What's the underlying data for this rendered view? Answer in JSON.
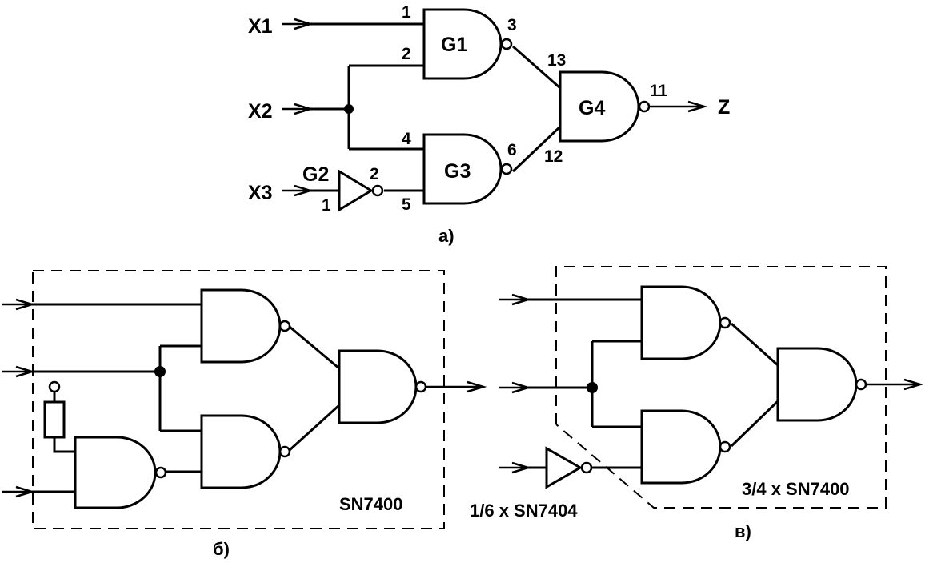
{
  "diagram_a": {
    "inputs": {
      "x1": "X1",
      "x2": "X2",
      "x3": "X3"
    },
    "output": "Z",
    "gates": {
      "g1": "G1",
      "g2": "G2",
      "g3": "G3",
      "g4": "G4"
    },
    "pins": {
      "g1_in1": "1",
      "g1_in2": "2",
      "g1_out": "3",
      "g3_in1": "4",
      "g3_in2": "5",
      "g3_out": "6",
      "g2_in": "1",
      "g2_out": "2",
      "g4_in1": "13",
      "g4_in2": "12",
      "g4_out": "11"
    },
    "caption": "a)"
  },
  "diagram_b": {
    "chip_label": "SN7400",
    "caption": "б)"
  },
  "diagram_c": {
    "chip_label_nand": "3/4 x SN7400",
    "chip_label_inv": "1/6 x SN7404",
    "caption": "в)"
  }
}
